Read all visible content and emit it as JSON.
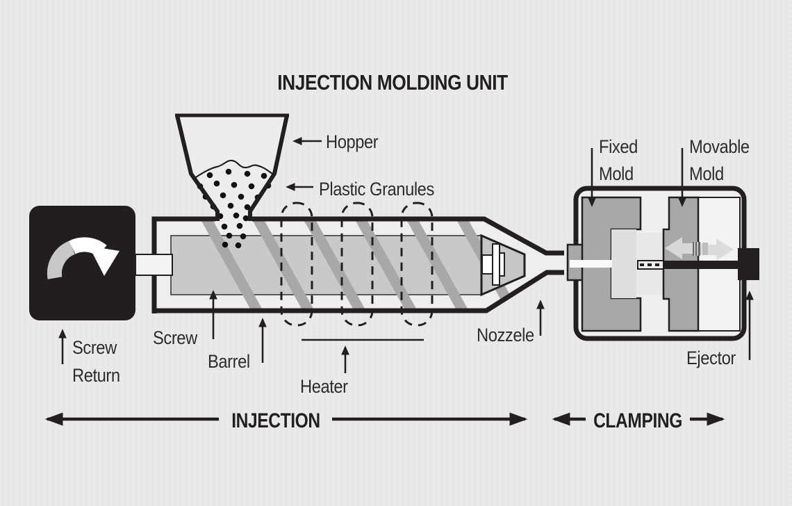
{
  "title": "INJECTION MOLDING UNIT",
  "labels": {
    "hopper": "Hopper",
    "plastic_granules": "Plastic Granules",
    "fixed_mold_line1": "Fixed",
    "fixed_mold_line2": "Mold",
    "movable_mold_line1": "Movable",
    "movable_mold_line2": "Mold",
    "screw_return_line1": "Screw",
    "screw_return_line2": "Return",
    "screw": "Screw",
    "barrel": "Barrel",
    "heater": "Heater",
    "nozzle": "Nozzele",
    "ejector": "Ejector"
  },
  "sections": {
    "injection": "INJECTION",
    "clamping": "CLAMPING"
  },
  "colors": {
    "background": "#e9e9e9",
    "ink": "#231f20",
    "label_text": "#2d2d2d",
    "motor_black": "#221d1e",
    "screw_gray": "#c9c9c9",
    "flight_gray": "#a8a8a8",
    "mold_gray": "#a8a8a8",
    "barrel_interior": "#eeeeee",
    "movement_arrow_gray": "#d8d8d8",
    "white": "#ffffff"
  }
}
